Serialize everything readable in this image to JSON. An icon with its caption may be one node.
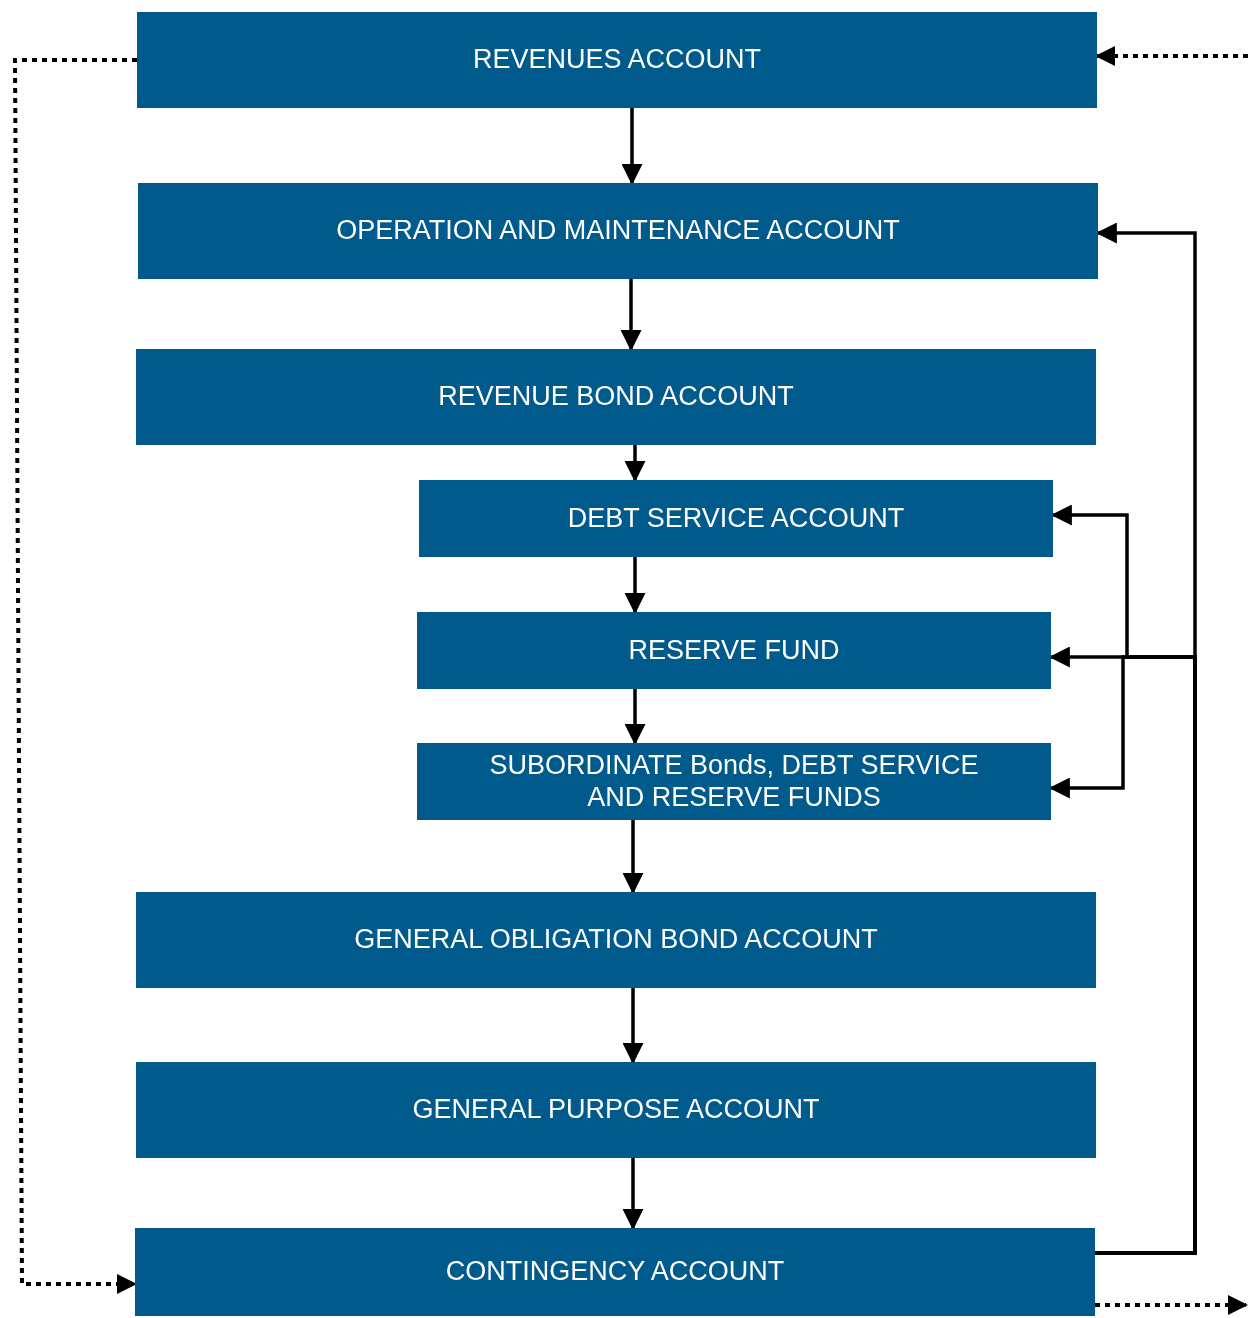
{
  "diagram": {
    "nodes": [
      {
        "text": [
          "REVENUES ACCOUNT"
        ]
      },
      {
        "text": [
          "OPERATION AND MAINTENANCE ACCOUNT"
        ]
      },
      {
        "text": [
          "REVENUE BOND ACCOUNT"
        ]
      },
      {
        "text": [
          "DEBT SERVICE ACCOUNT"
        ]
      },
      {
        "text": [
          "RESERVE FUND"
        ]
      },
      {
        "text": [
          "SUBORDINATE Bonds, DEBT SERVICE AND RESERVE FUNDS"
        ]
      },
      {
        "text": [
          "GENERAL OBLIGATION BOND ACCOUNT"
        ]
      },
      {
        "text": [
          "GENERAL PURPOSE ACCOUNT"
        ]
      },
      {
        "text": [
          "CONTINGENCY ACCOUNT"
        ]
      }
    ],
    "edges": [
      {
        "from": 0,
        "to": 1,
        "arrow": "to"
      },
      {
        "from": 1,
        "to": 2,
        "arrow": "to"
      },
      {
        "from": 2,
        "to": 3,
        "arrow": "to"
      },
      {
        "from": 3,
        "to": 4,
        "arrow": "to"
      },
      {
        "from": 4,
        "to": 5,
        "arrow": "to"
      },
      {
        "from": 5,
        "to": 6,
        "arrow": "to"
      },
      {
        "from": 6,
        "to": 7,
        "arrow": "to"
      },
      {
        "from": 7,
        "to": 8,
        "arrow": "to"
      },
      {
        "from": 8,
        "to": 1,
        "arrow": "to"
      },
      {
        "from": 8,
        "to": 3,
        "arrow": "to"
      },
      {
        "from": 8,
        "to": 4,
        "arrow": "to"
      },
      {
        "from": 8,
        "to": 5,
        "arrow": "to"
      },
      {
        "from": 0,
        "to": 8,
        "arrow": "to",
        "style": "dashed"
      },
      {
        "from": null,
        "to": 0,
        "arrow": "to",
        "style": "dashed"
      },
      {
        "from": 8,
        "to": null,
        "arrow": "to",
        "style": "dashed"
      }
    ]
  }
}
